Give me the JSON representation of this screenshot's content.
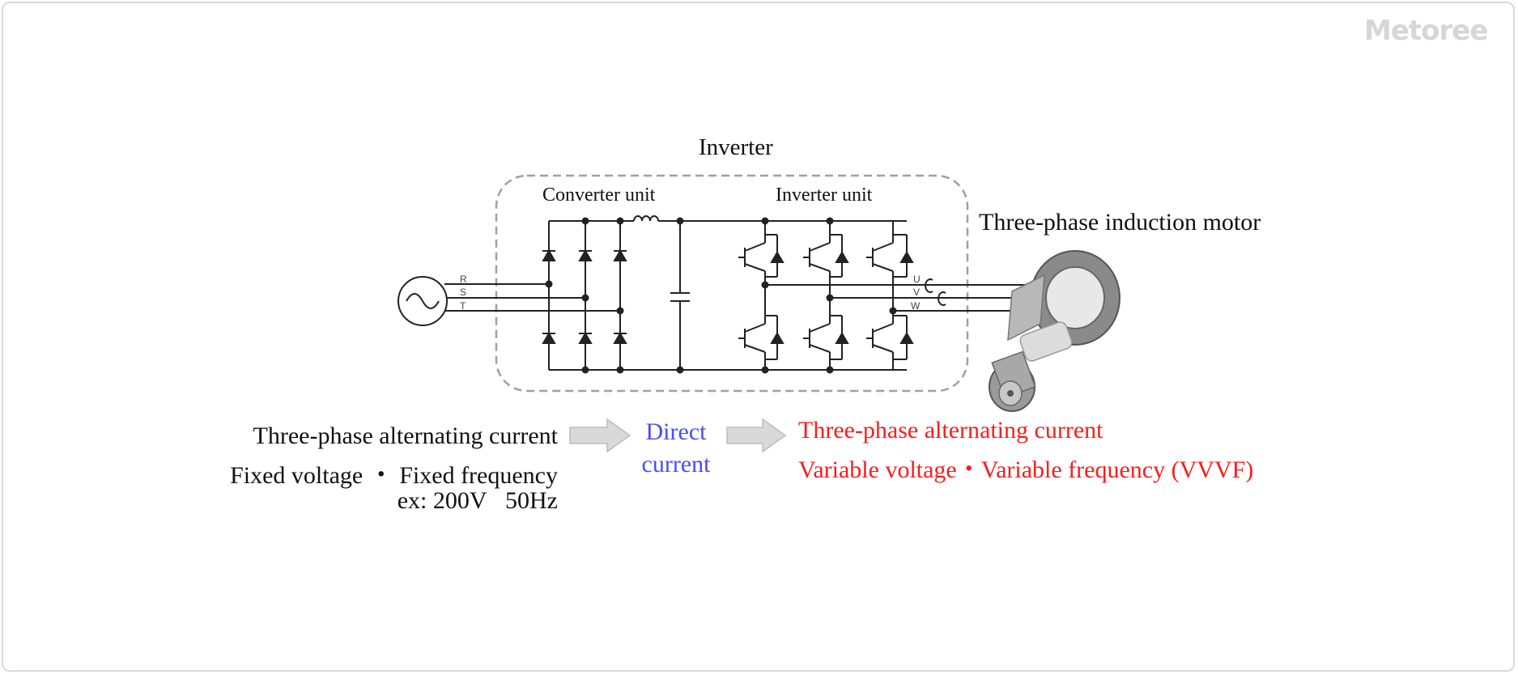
{
  "brand": {
    "logo_text": "Metoree"
  },
  "diagram": {
    "title": "Inverter",
    "converter_label": "Converter unit",
    "inverter_label": "Inverter unit",
    "motor_label": "Three-phase induction motor",
    "input_phases": [
      "R",
      "S",
      "T"
    ],
    "output_phases": [
      "U",
      "V",
      "W"
    ]
  },
  "flow": {
    "source_line1": "Three-phase alternating current",
    "source_line2": "Fixed voltage ・ Fixed frequency",
    "source_line3": "ex: 200V   50Hz",
    "dc_line1": "Direct",
    "dc_line2": "current",
    "output_line1": "Three-phase alternating current",
    "output_line2": "Variable voltage・Variable frequency (VVVF)"
  },
  "colors": {
    "dc_text": "#4b4bff",
    "output_text": "#ff1a1a",
    "arrow_fill": "#d9d9d9",
    "dashed_box": "#a0a0a0"
  }
}
